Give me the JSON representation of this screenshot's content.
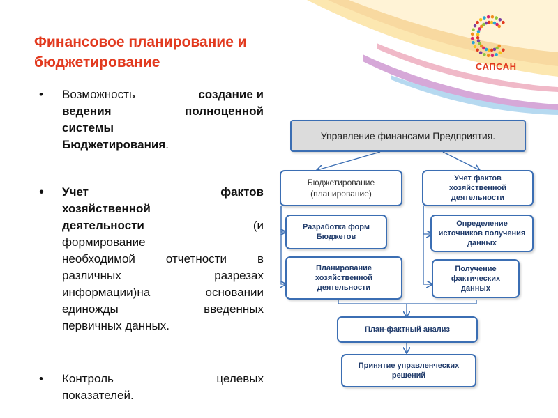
{
  "title": {
    "line1": "Финансовое планирование и",
    "line2": "бюджетирование"
  },
  "logo": {
    "text": "САПСАН",
    "icon": "sapsan-dot-logo-icon"
  },
  "bullets": [
    {
      "marker": "•",
      "line1_a": "Возможность ",
      "line1_b": "создание и",
      "line2": "ведения полноценной",
      "line3": "системы",
      "line4": "Бюджетирования",
      "line4_end": "."
    },
    {
      "marker": "•",
      "line1": "Учет фактов",
      "line2": "хозяйственной",
      "line3_a": "деятельности",
      "line3_b": "(и",
      "line4": "формирование",
      "line5": "необходимой отчетности в",
      "line6": "различных разрезах",
      "line7": "информации)на основании",
      "line8": "единожды введенных",
      "line9": "первичных данных."
    },
    {
      "marker": "•",
      "line1": "Контроль целевых",
      "line2": "показателей."
    }
  ],
  "diagram": {
    "head": "Управление финансами Предприятия.",
    "budgeting": "Бюджетирование (планирование)",
    "accounting": "Учет фактов хозяйственной деятельности",
    "forms": "Разработка форм Бюджетов",
    "planning": "Планирование хозяйственной деятельности",
    "sources": "Определение источников получения данных",
    "actual": "Получение фактических данных",
    "analysis": "План-фактный анализ",
    "decisions": "Принятие управленческих решений"
  },
  "colors": {
    "title": "#e23a1f",
    "box_border": "#3b6eb3",
    "box_text": "#1f3a6a",
    "head_bg": "#dcdcdc"
  }
}
